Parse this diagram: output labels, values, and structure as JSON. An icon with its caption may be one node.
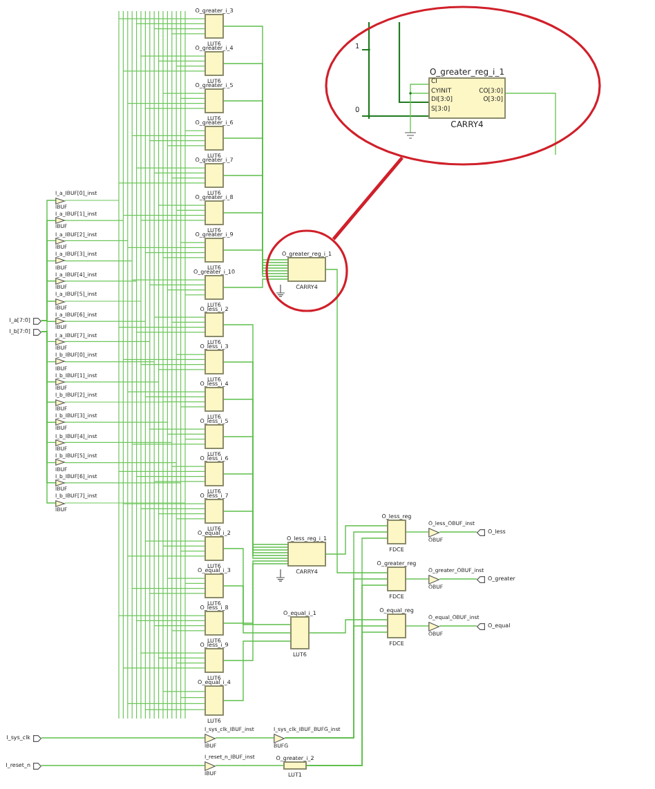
{
  "diagram": {
    "nodes": [
      {
        "text": [],
        "shape": "circle"
      },
      {
        "text": [
          "O_greater_reg_i_1",
          "CARRY4"
        ],
        "in": 0
      },
      {
        "text": [
          "O_greater_i_3",
          "LUT6"
        ]
      },
      {
        "text": [
          "O_greater_i_4",
          "LUT6"
        ]
      },
      {
        "text": [
          "O_greater_i_5",
          "LUT6"
        ]
      },
      {
        "text": [
          "O_greater_i_6",
          "LUT6"
        ]
      },
      {
        "text": [
          "O_greater_i_7",
          "LUT6"
        ]
      },
      {
        "text": [
          "O_greater_i_8",
          "LUT6"
        ]
      },
      {
        "text": [
          "O_greater_i_9",
          "LUT6"
        ]
      },
      {
        "text": [
          "O_greater_i_10",
          "LUT6"
        ]
      },
      {
        "text": [
          "O_less_i_2",
          "LUT6"
        ]
      },
      {
        "text": [
          "O_less_i_3",
          "LUT6"
        ]
      },
      {
        "text": [
          "O_less_i_4",
          "LUT6"
        ]
      },
      {
        "text": [
          "O_less_i_5",
          "LUT6"
        ]
      },
      {
        "text": [
          "O_less_i_6",
          "LUT6"
        ]
      },
      {
        "text": [
          "O_less_i_7",
          "LUT6"
        ]
      },
      {
        "text": [
          "O_equal_i_2",
          "LUT6"
        ]
      },
      {
        "text": [
          "O_equal_i_3",
          "LUT6"
        ]
      },
      {
        "text": [
          "O_less_i_8",
          "LUT6"
        ]
      },
      {
        "text": [
          "O_less_i_9",
          "LUT6"
        ]
      },
      {
        "text": [
          "O_equal_i_4",
          "LUT6"
        ]
      },
      {
        "text": [
          "I_a_IBUF[0]_inst",
          "IBUF"
        ]
      },
      {
        "text": [
          "I_a_IBUF[1]_inst",
          "IBUF"
        ]
      },
      {
        "text": [
          "I_a_IBUF[2]_inst",
          "IBUF"
        ]
      },
      {
        "text": [
          "I_a_IBUF[3]_inst",
          "IBUF"
        ]
      },
      {
        "text": [
          "I_a_IBUF[4]_inst",
          "IBUF"
        ]
      },
      {
        "text": [
          "I_a_IBUF[5]_inst",
          "IBUF"
        ]
      },
      {
        "text": [
          "I_a_IBUF[6]_inst",
          "IBUF"
        ]
      },
      {
        "text": [
          "I_a_IBUF[7]_inst",
          "IBUF"
        ]
      },
      {
        "text": [
          "I_b_IBUF[0]_inst",
          "IBUF"
        ]
      },
      {
        "text": [
          "I_b_IBUF[1]_inst",
          "IBUF"
        ]
      },
      {
        "text": [
          "I_b_IBUF[2]_inst",
          "IBUF"
        ]
      },
      {
        "text": [
          "I_b_IBUF[3]_inst",
          "IBUF"
        ]
      },
      {
        "text": [
          "I_b_IBUF[4]_inst",
          "IBUF"
        ]
      },
      {
        "text": [
          "I_b_IBUF[5]_inst",
          "IBUF"
        ]
      },
      {
        "text": [
          "I_b_IBUF[6]_inst",
          "IBUF"
        ]
      },
      {
        "text": [
          "I_b_IBUF[7]_inst",
          "IBUF"
        ]
      },
      {
        "text": [
          "I_a[7:0]"
        ]
      },
      {
        "text": [
          "I_b[7:0]"
        ]
      },
      {
        "text": [],
        "shape": "circle"
      },
      {
        "text": [
          "O_greater_reg_i_1",
          "CARRY4"
        ],
        "in": 39
      },
      {
        "text": [
          "O_less_reg_i_1",
          "CARRY4"
        ]
      },
      {
        "text": [
          "O_equal_i_1",
          "LUT6"
        ]
      },
      {
        "text": [
          "O_less_reg",
          "FDCE"
        ]
      },
      {
        "text": [
          "O_greater_reg",
          "FDCE"
        ]
      },
      {
        "text": [
          "O_equal_reg",
          "FDCE"
        ]
      },
      {
        "text": [
          "O_less_OBUF_inst",
          "OBUF"
        ]
      },
      {
        "text": [
          "O_greater_OBUF_inst",
          "OBUF"
        ]
      },
      {
        "text": [
          "O_equal_OBUF_inst",
          "OBUF"
        ]
      },
      {
        "text": [
          "O_less"
        ]
      },
      {
        "text": [
          "O_greater"
        ]
      },
      {
        "text": [
          "O_equal"
        ]
      },
      {
        "text": [
          "I_sys_clk"
        ]
      },
      {
        "text": [
          "I_reset_n"
        ]
      },
      {
        "text": [
          "I_sys_clk_IBUF_inst",
          "IBUF"
        ]
      },
      {
        "text": [
          "I_sys_clk_IBUF_BUFG_inst",
          "BUFG"
        ]
      },
      {
        "text": [
          "I_reset_n_IBUF_inst",
          "IBUF"
        ]
      },
      {
        "text": [
          "O_greater_i_2",
          "LUT1"
        ]
      }
    ],
    "edges": [
      {
        "from": 37,
        "to": 21,
        "arrow": "none"
      },
      {
        "from": 37,
        "to": 22,
        "arrow": "none"
      },
      {
        "from": 37,
        "to": 23,
        "arrow": "none"
      },
      {
        "from": 37,
        "to": 24,
        "arrow": "none"
      },
      {
        "from": 37,
        "to": 25,
        "arrow": "none"
      },
      {
        "from": 37,
        "to": 26,
        "arrow": "none"
      },
      {
        "from": 37,
        "to": 27,
        "arrow": "none"
      },
      {
        "from": 37,
        "to": 28,
        "arrow": "none"
      },
      {
        "from": 38,
        "to": 29,
        "arrow": "none"
      },
      {
        "from": 38,
        "to": 30,
        "arrow": "none"
      },
      {
        "from": 38,
        "to": 31,
        "arrow": "none"
      },
      {
        "from": 38,
        "to": 32,
        "arrow": "none"
      },
      {
        "from": 38,
        "to": 33,
        "arrow": "none"
      },
      {
        "from": 38,
        "to": 34,
        "arrow": "none"
      },
      {
        "from": 38,
        "to": 35,
        "arrow": "none"
      },
      {
        "from": 38,
        "to": 36,
        "arrow": "none"
      },
      {
        "from": 2,
        "to": 40,
        "arrow": "none"
      },
      {
        "from": 3,
        "to": 40,
        "arrow": "none"
      },
      {
        "from": 4,
        "to": 40,
        "arrow": "none"
      },
      {
        "from": 5,
        "to": 40,
        "arrow": "none"
      },
      {
        "from": 6,
        "to": 40,
        "arrow": "none"
      },
      {
        "from": 7,
        "to": 40,
        "arrow": "none"
      },
      {
        "from": 8,
        "to": 40,
        "arrow": "none"
      },
      {
        "from": 9,
        "to": 40,
        "arrow": "none"
      },
      {
        "from": 10,
        "to": 41,
        "arrow": "none"
      },
      {
        "from": 11,
        "to": 41,
        "arrow": "none"
      },
      {
        "from": 12,
        "to": 41,
        "arrow": "none"
      },
      {
        "from": 13,
        "to": 41,
        "arrow": "none"
      },
      {
        "from": 14,
        "to": 41,
        "arrow": "none"
      },
      {
        "from": 15,
        "to": 41,
        "arrow": "none"
      },
      {
        "from": 18,
        "to": 41,
        "arrow": "none"
      },
      {
        "from": 19,
        "to": 41,
        "arrow": "none"
      },
      {
        "from": 16,
        "to": 42,
        "arrow": "none"
      },
      {
        "from": 17,
        "to": 42,
        "arrow": "none"
      },
      {
        "from": 20,
        "to": 42,
        "arrow": "none"
      },
      {
        "from": 40,
        "to": 44,
        "arrow": "none"
      },
      {
        "from": 41,
        "to": 43,
        "arrow": "none"
      },
      {
        "from": 42,
        "to": 45,
        "arrow": "none"
      },
      {
        "from": 52,
        "to": 54,
        "arrow": "none"
      },
      {
        "from": 54,
        "to": 55,
        "arrow": "none"
      },
      {
        "from": 55,
        "to": 43,
        "arrow": "none"
      },
      {
        "from": 55,
        "to": 44,
        "arrow": "none"
      },
      {
        "from": 55,
        "to": 45,
        "arrow": "none"
      },
      {
        "from": 53,
        "to": 56,
        "arrow": "none"
      },
      {
        "from": 56,
        "to": 57,
        "arrow": "none"
      },
      {
        "from": 57,
        "to": 43,
        "arrow": "none"
      },
      {
        "from": 57,
        "to": 44,
        "arrow": "none"
      },
      {
        "from": 57,
        "to": 45,
        "arrow": "none"
      },
      {
        "from": 43,
        "to": 46,
        "arrow": "none"
      },
      {
        "from": 44,
        "to": 47,
        "arrow": "none"
      },
      {
        "from": 45,
        "to": 48,
        "arrow": "none"
      },
      {
        "from": 46,
        "to": 49,
        "arrow": "none"
      },
      {
        "from": 47,
        "to": 50,
        "arrow": "none"
      },
      {
        "from": 48,
        "to": 51,
        "arrow": "none"
      },
      {
        "from": 39,
        "to": 0,
        "arrow": "none",
        "style": "thick",
        "color": "#d0202a"
      }
    ],
    "labels": [
      "1",
      "0",
      "CI",
      "CYINIT",
      "DI[3:0]",
      "S[3:0]",
      "CO[3:0]",
      "O[3:0]"
    ]
  }
}
